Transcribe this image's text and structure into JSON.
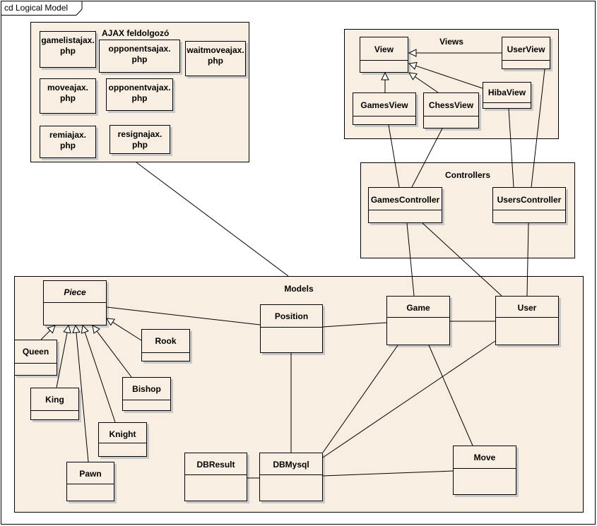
{
  "diagram_title": "cd Logical Model",
  "packages": {
    "ajax": "AJAX feldolgozó",
    "views": "Views",
    "controllers": "Controllers",
    "models": "Models"
  },
  "ajax_files": {
    "gamelist": [
      "gamelistajax.",
      "php"
    ],
    "opponents": [
      "opponentsajax.",
      "php"
    ],
    "waitmove": [
      "waitmoveajax.",
      "php"
    ],
    "move": [
      "moveajax.",
      "php"
    ],
    "opponentv": [
      "opponentvajax.",
      "php"
    ],
    "remi": [
      "remiajax.",
      "php"
    ],
    "resign": [
      "resignajax.",
      "php"
    ]
  },
  "classes": {
    "view": "View",
    "userview": "UserView",
    "gamesview": "GamesView",
    "chessview": "ChessView",
    "hibaview": "HibaView",
    "gamescontroller": "GamesController",
    "userscontroller": "UsersController",
    "piece": "Piece",
    "queen": "Queen",
    "rook": "Rook",
    "king": "King",
    "bishop": "Bishop",
    "knight": "Knight",
    "pawn": "Pawn",
    "position": "Position",
    "game": "Game",
    "user": "User",
    "dbresult": "DBResult",
    "dbmysql": "DBMysql",
    "move": "Move"
  }
}
